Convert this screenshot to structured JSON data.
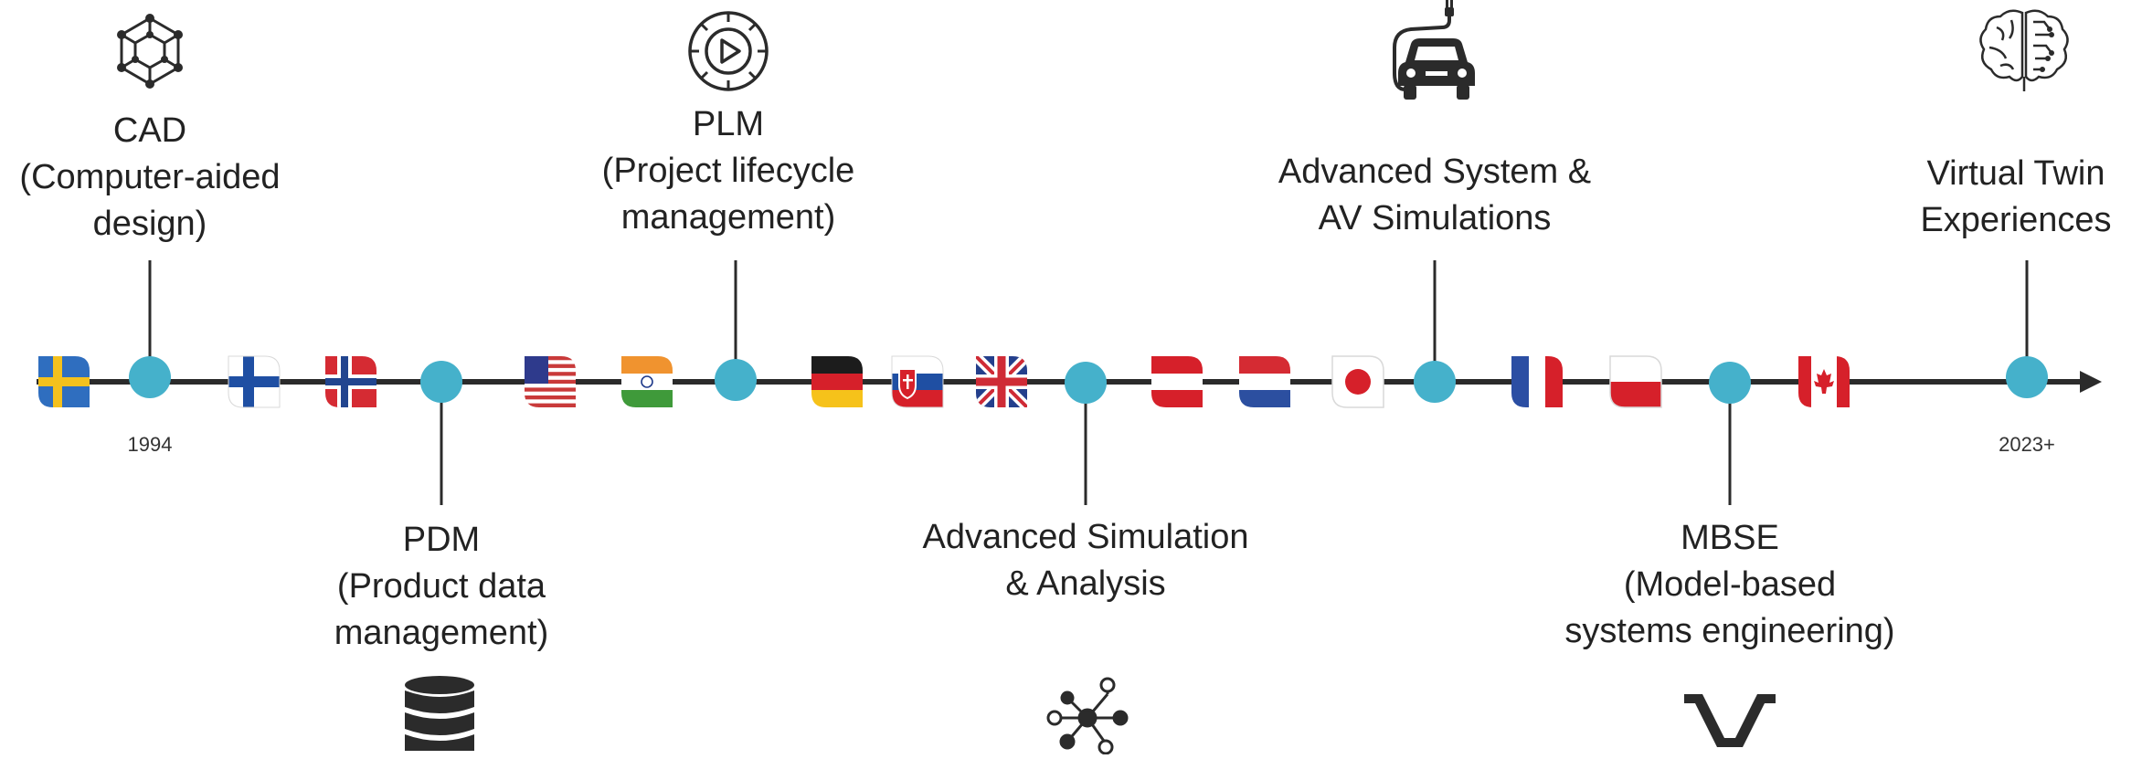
{
  "timeline": {
    "start_label": "1994",
    "end_label": "2023+",
    "milestones": [
      {
        "id": "cad",
        "lines": [
          "CAD",
          "(Computer-aided",
          "design)"
        ],
        "icon": "cube-network-icon",
        "side": "top"
      },
      {
        "id": "pdm",
        "lines": [
          "PDM",
          "(Product data",
          "management)"
        ],
        "icon": "database-icon",
        "side": "bottom"
      },
      {
        "id": "plm",
        "lines": [
          "PLM",
          "(Project lifecycle",
          "management)"
        ],
        "icon": "play-dial-icon",
        "side": "top"
      },
      {
        "id": "adv-sim",
        "lines": [
          "Advanced Simulation",
          "& Analysis"
        ],
        "icon": "node-network-icon",
        "side": "bottom"
      },
      {
        "id": "adv-sys",
        "lines": [
          "Advanced System &",
          "AV Simulations"
        ],
        "icon": "electric-car-icon",
        "side": "top"
      },
      {
        "id": "mbse",
        "lines": [
          "MBSE",
          "(Model-based",
          "systems engineering)"
        ],
        "icon": "v-model-icon",
        "side": "bottom"
      },
      {
        "id": "twin",
        "lines": [
          "Virtual Twin",
          "Experiences"
        ],
        "icon": "ai-brain-icon",
        "side": "top"
      }
    ],
    "flags": [
      "sweden",
      "finland",
      "norway",
      "united-states",
      "india",
      "germany",
      "slovakia",
      "united-kingdom",
      "austria",
      "netherlands",
      "japan",
      "france",
      "poland",
      "canada"
    ],
    "colors": {
      "line": "#2b2b2b",
      "node": "#45b1cb",
      "icon": "#2b2b2b"
    }
  }
}
